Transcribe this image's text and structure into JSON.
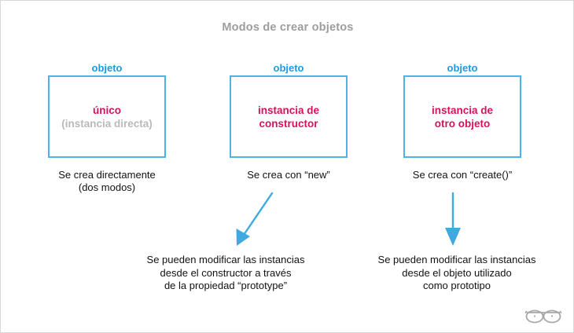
{
  "diagram": {
    "title": "Modos de crear objetos",
    "colors": {
      "title": "#9d9d9d",
      "box_border": "#4cb3e8",
      "box_label": "#1e9ae0",
      "accent": "#d6115e",
      "muted": "#b9b9b9",
      "arrow": "#3fa9e0",
      "text": "#111111",
      "frame": "#d8d8d8"
    },
    "columns": [
      {
        "label": "objeto",
        "main": "único",
        "sub": "(instancia directa)",
        "caption": "Se crea directamente\n(dos modos)"
      },
      {
        "label": "objeto",
        "main": "instancia de\nconstructor",
        "sub": "",
        "caption": "Se crea con “new”"
      },
      {
        "label": "objeto",
        "main": "instancia de\notro objeto",
        "sub": "",
        "caption": "Se crea con “create()”"
      }
    ],
    "notes": [
      "Se pueden modificar las instancias\ndesde el constructor a través\nde la propiedad “prototype”",
      "Se pueden modificar las instancias\ndesde el objeto utilizado\ncomo prototipo"
    ],
    "watermark": "glasses-icon"
  }
}
